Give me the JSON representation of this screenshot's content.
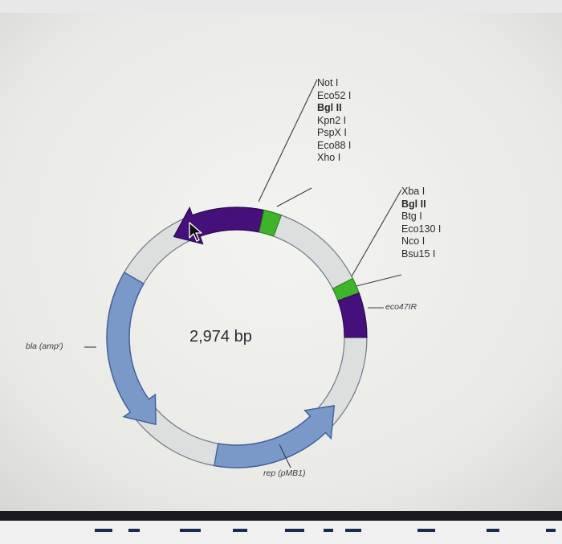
{
  "plasmid": {
    "size_label": "2,974 bp"
  },
  "sites_left": [
    {
      "label": "Not I",
      "bold": false
    },
    {
      "label": "Eco52 I",
      "bold": false
    },
    {
      "label": "Bgl II",
      "bold": true
    },
    {
      "label": "Kpn2 I",
      "bold": false
    },
    {
      "label": "PspX I",
      "bold": false
    },
    {
      "label": "Eco88 I",
      "bold": false
    },
    {
      "label": "Xho I",
      "bold": false
    }
  ],
  "sites_right": [
    {
      "label": "Xba I",
      "bold": false
    },
    {
      "label": "Bgl II",
      "bold": true
    },
    {
      "label": "Btg I",
      "bold": false
    },
    {
      "label": "Eco130 I",
      "bold": false
    },
    {
      "label": "Nco I",
      "bold": false
    },
    {
      "label": "Bsu15 I",
      "bold": false
    }
  ],
  "features": {
    "bla": "bla (ampʳ)",
    "rep": "rep (pMB1)",
    "eco47ir": "eco47IR"
  },
  "colors": {
    "purple": "#45107a",
    "green": "#3fb32a",
    "blue": "#7a98c8",
    "backbone": "#dcdfdd"
  }
}
